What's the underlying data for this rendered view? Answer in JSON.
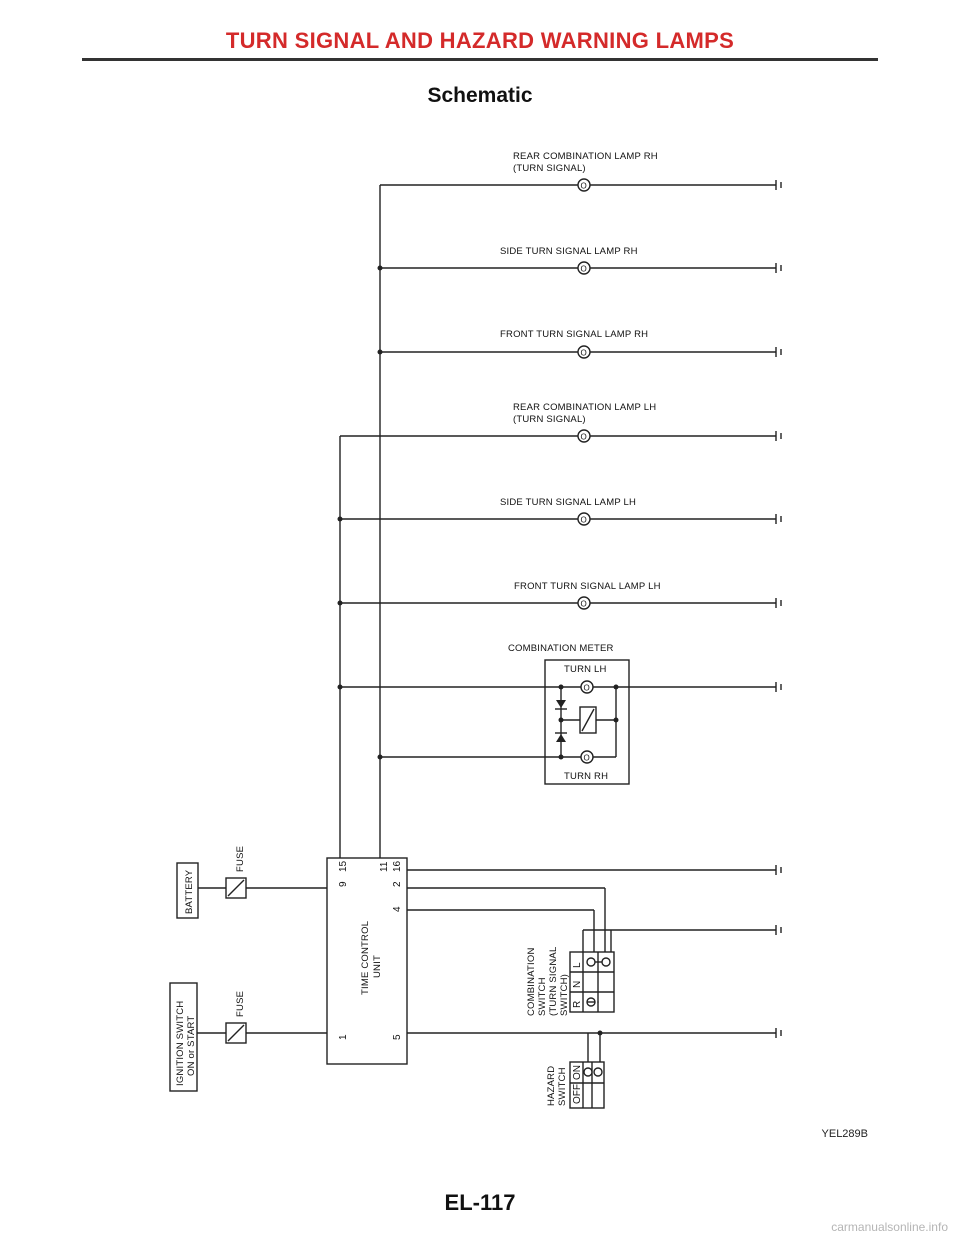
{
  "header": {
    "title": "TURN SIGNAL AND HAZARD WARNING LAMPS"
  },
  "section": {
    "title": "Schematic"
  },
  "lamps": [
    {
      "line1": "REAR COMBINATION LAMP RH",
      "line2": "(TURN SIGNAL)"
    },
    {
      "line1": "SIDE TURN SIGNAL LAMP RH",
      "line2": ""
    },
    {
      "line1": "FRONT TURN SIGNAL LAMP RH",
      "line2": ""
    },
    {
      "line1": "REAR COMBINATION LAMP LH",
      "line2": "(TURN SIGNAL)"
    },
    {
      "line1": "SIDE TURN SIGNAL LAMP LH",
      "line2": ""
    },
    {
      "line1": "FRONT TURN SIGNAL LAMP LH",
      "line2": ""
    }
  ],
  "combination_meter": {
    "title": "COMBINATION METER",
    "turn_lh": "TURN LH",
    "turn_rh": "TURN RH"
  },
  "time_control_unit": {
    "line1": "TIME CONTROL",
    "line2": "UNIT",
    "pins": {
      "p9": "9",
      "p15": "15",
      "p11": "11",
      "p16": "16",
      "p2": "2",
      "p4": "4",
      "p1": "1",
      "p5": "5"
    }
  },
  "battery": {
    "label": "BATTERY"
  },
  "fuse": {
    "label": "FUSE"
  },
  "ignition_switch": {
    "line1": "IGNITION SWITCH",
    "line2": "ON or START"
  },
  "combination_switch": {
    "lines": [
      "COMBINATION",
      "SWITCH",
      "(TURN SIGNAL",
      "SWITCH)"
    ],
    "positions": [
      "L",
      "N",
      "R"
    ]
  },
  "hazard_switch": {
    "lines": [
      "HAZARD",
      "SWITCH"
    ],
    "positions": [
      "ON",
      "OFF"
    ]
  },
  "reference_code": "YEL289B",
  "page_number": "EL-117",
  "watermark": "carmanualsonline.info",
  "colors": {
    "header": "#d42a2a",
    "line": "#222222",
    "watermark": "#b5b5b5"
  }
}
